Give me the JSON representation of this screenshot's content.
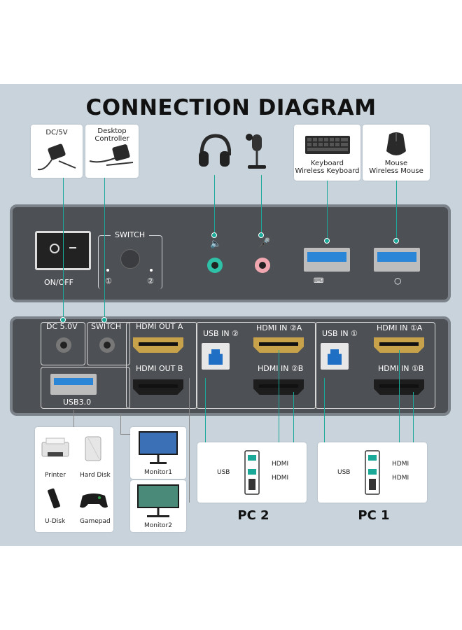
{
  "title": "CONNECTION DIAGRAM",
  "top_cards": {
    "dc5v": "DC/5V",
    "desktop_controller": "Desktop\nController",
    "keyboard": "Keyboard\nWireless Keyboard",
    "mouse": "Mouse\nWireless Mouse"
  },
  "front_panel": {
    "switch_label": "SWITCH",
    "onoff_label": "ON/OFF",
    "switch_pos_1": "①",
    "switch_pos_2": "②"
  },
  "rear_panel": {
    "dc_label": "DC 5.0V",
    "switch_label": "SWITCH",
    "hdmi_out_a": "HDMI OUT A",
    "hdmi_out_b": "HDMI OUT B",
    "usb_in_2": "USB IN ②",
    "hdmi_in_2a": "HDMI IN ②A",
    "hdmi_in_2b": "HDMI IN ②B",
    "usb_in_1": "USB IN ①",
    "hdmi_in_1a": "HDMI IN ①A",
    "hdmi_in_1b": "HDMI IN ①B",
    "usb30_label": "USB3.0"
  },
  "peripherals": {
    "printer": "Printer",
    "hard_disk": "Hard Disk",
    "u_disk": "U-Disk",
    "gamepad": "Gamepad"
  },
  "monitors": {
    "monitor1": "Monitor1",
    "monitor2": "Monitor2"
  },
  "pc2": {
    "label": "PC 2",
    "usb": "USB",
    "hdmi_1": "HDMI",
    "hdmi_2": "HDMI"
  },
  "pc1": {
    "label": "PC 1",
    "usb": "USB",
    "hdmi_1": "HDMI",
    "hdmi_2": "HDMI"
  },
  "colors": {
    "accent": "#1aa898",
    "device_body": "#4d5054",
    "background": "#c9d3dc",
    "usb_blue": "#2b86d8",
    "hdmi_gold": "#c8a24a"
  }
}
